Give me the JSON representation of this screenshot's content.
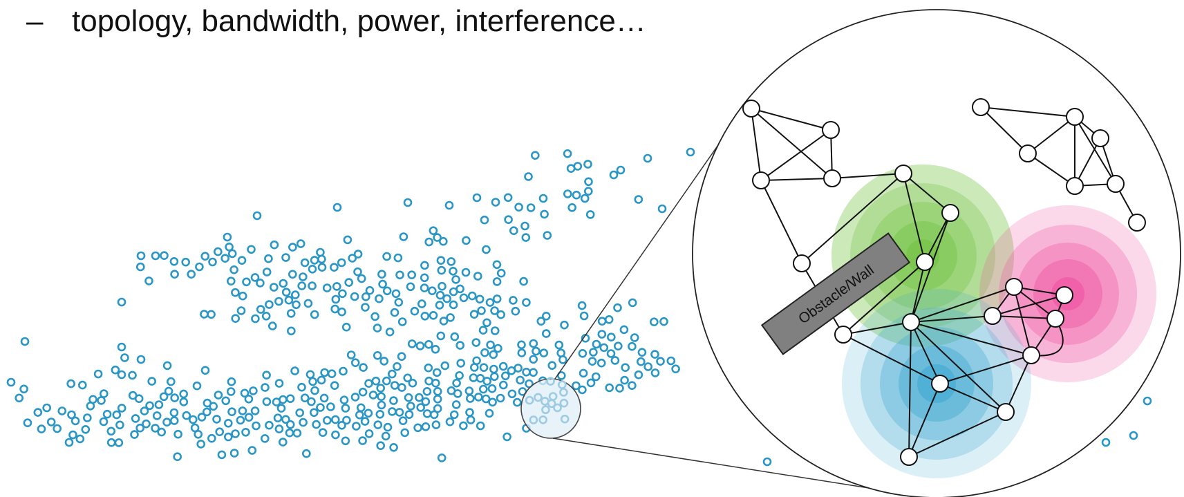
{
  "bullet": {
    "dash": "–",
    "text": "topology, bandwidth, power, interference…"
  },
  "obstacle": {
    "label": "Obstacle/Wall",
    "fill": "#808080"
  },
  "colors": {
    "node_dot": "#2a96c6",
    "node_fill_zoom": "#ffffff",
    "edge": "#111111",
    "zone_green": "#6cbf3a",
    "zone_pink": "#ee4fa0",
    "zone_blue": "#3aa6cf"
  },
  "icons": {
    "sensor_node": "circle-outline",
    "magnifier": "circle-zoom"
  }
}
